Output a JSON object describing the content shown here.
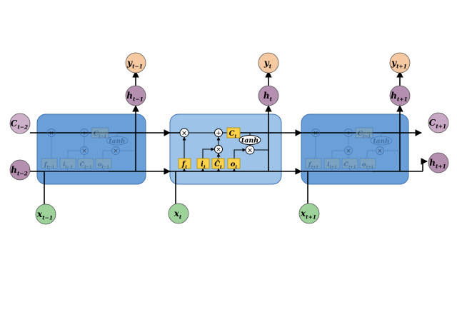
{
  "colors": {
    "cell_side": "#6a9fd8",
    "cell_center": "#9dc3e8",
    "cell_border": "#3f70b0",
    "gate": "#ffd24a",
    "gate_border": "#b08a00",
    "ghost_gate": "#8aa8b0",
    "input_node": "#9dd39a",
    "hidden_node": "#b48fb0",
    "output_node": "#f7c9a0"
  },
  "labels": {
    "c_prev2": {
      "base": "C",
      "sub": "t−2"
    },
    "h_prev2": {
      "base": "h",
      "sub": "t−2"
    },
    "x_prev": {
      "base": "x",
      "sub": "t−1"
    },
    "x_cur": {
      "base": "x",
      "sub": "t"
    },
    "x_next": {
      "base": "x",
      "sub": "t+1"
    },
    "h_prev": {
      "base": "h",
      "sub": "t−1"
    },
    "h_cur": {
      "base": "h",
      "sub": "t"
    },
    "h_next": {
      "base": "h",
      "sub": "t+1"
    },
    "y_prev": {
      "base": "y",
      "sub": "t−1"
    },
    "y_cur": {
      "base": "y",
      "sub": "t"
    },
    "y_next": {
      "base": "y",
      "sub": "t+1"
    },
    "c_out": {
      "base": "C",
      "sub": "t+1"
    },
    "h_out": {
      "base": "h",
      "sub": "t+1"
    }
  },
  "center_cell": {
    "state": {
      "base": "C",
      "sub": "t"
    },
    "tanh": "tanh",
    "gates": [
      {
        "base": "f",
        "sub": "t"
      },
      {
        "base": "i",
        "sub": "t"
      },
      {
        "base": "C̃",
        "sub": "t"
      },
      {
        "base": "o",
        "sub": "t"
      }
    ],
    "ops": {
      "multiply": "×",
      "add": "+"
    }
  },
  "left_cell": {
    "state": {
      "base": "C",
      "sub": "t−1"
    },
    "tanh": "tanh",
    "gates": [
      {
        "base": "f",
        "sub": "t−1"
      },
      {
        "base": "i",
        "sub": "t−1"
      },
      {
        "base": "C̃",
        "sub": "t−1"
      },
      {
        "base": "o",
        "sub": "t−1"
      }
    ]
  },
  "right_cell": {
    "state": {
      "base": "C",
      "sub": "t+1"
    },
    "tanh": "tanh",
    "gates": [
      {
        "base": "f",
        "sub": "t+1"
      },
      {
        "base": "i",
        "sub": "t+1"
      },
      {
        "base": "C̃",
        "sub": "t+1"
      },
      {
        "base": "o",
        "sub": "t+1"
      }
    ]
  }
}
